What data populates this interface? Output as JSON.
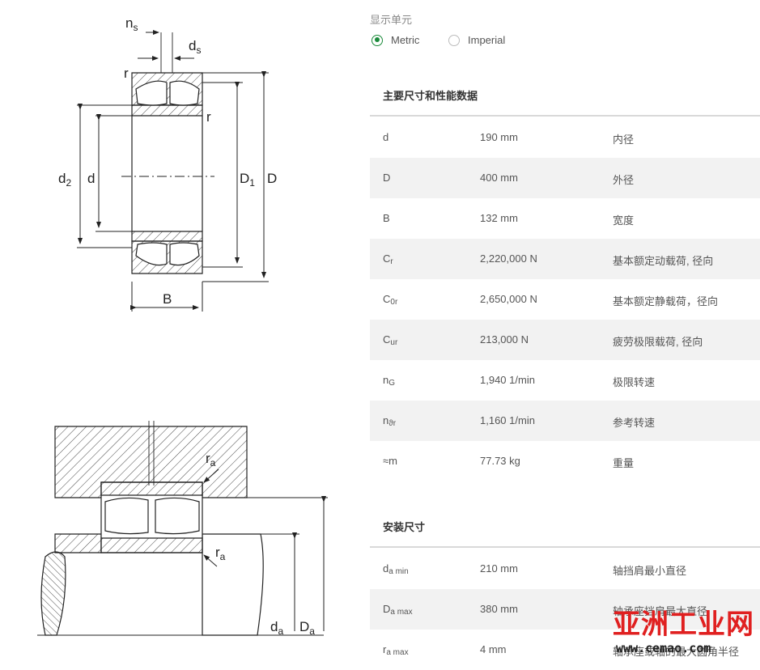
{
  "units": {
    "label": "显示单元",
    "metric": "Metric",
    "imperial": "Imperial",
    "selected": "Metric"
  },
  "main_dimensions": {
    "title": "主要尺寸和性能数据",
    "rows": [
      {
        "sym": "d",
        "sub": "",
        "value": "190 mm",
        "desc": "内径"
      },
      {
        "sym": "D",
        "sub": "",
        "value": "400 mm",
        "desc": "外径"
      },
      {
        "sym": "B",
        "sub": "",
        "value": "132 mm",
        "desc": "宽度"
      },
      {
        "sym": "C",
        "sub": "r",
        "value": "2,220,000 N",
        "desc": "基本额定动载荷, 径向"
      },
      {
        "sym": "C",
        "sub": "0r",
        "value": "2,650,000 N",
        "desc": "基本额定静载荷，径向"
      },
      {
        "sym": "C",
        "sub": "ur",
        "value": "213,000 N",
        "desc": "疲劳极限载荷, 径向"
      },
      {
        "sym": "n",
        "sub": "G",
        "value": "1,940 1/min",
        "desc": "极限转速"
      },
      {
        "sym": "n",
        "sub": "ϑr",
        "value": "1,160 1/min",
        "desc": "参考转速"
      },
      {
        "sym": "≈m",
        "sub": "",
        "value": "77.73 kg",
        "desc": "重量"
      }
    ]
  },
  "mounting_dimensions": {
    "title": "安装尺寸",
    "rows": [
      {
        "sym": "d",
        "sub": "a min",
        "value": "210 mm",
        "desc": "轴挡肩最小直径"
      },
      {
        "sym": "D",
        "sub": "a max",
        "value": "380 mm",
        "desc": "轴承座挡肩最大直径"
      },
      {
        "sym": "r",
        "sub": "a max",
        "value": "4 mm",
        "desc": "轴承座或轴的最大圆角半径"
      }
    ]
  },
  "drawing_labels": {
    "ns": "n",
    "ns_sub": "s",
    "ds": "d",
    "ds_sub": "s",
    "r": "r",
    "d2": "d",
    "d2_sub": "2",
    "d": "d",
    "D1": "D",
    "D1_sub": "1",
    "D": "D",
    "B": "B",
    "ra": "r",
    "ra_sub": "a",
    "da": "d",
    "da_sub": "a",
    "Da": "D",
    "Da_sub": "a"
  },
  "watermark": {
    "text": "亚洲工业网",
    "url": "www.cemao.com"
  },
  "colors": {
    "accent_green": "#1a8a3a",
    "watermark_red": "#e02020"
  }
}
